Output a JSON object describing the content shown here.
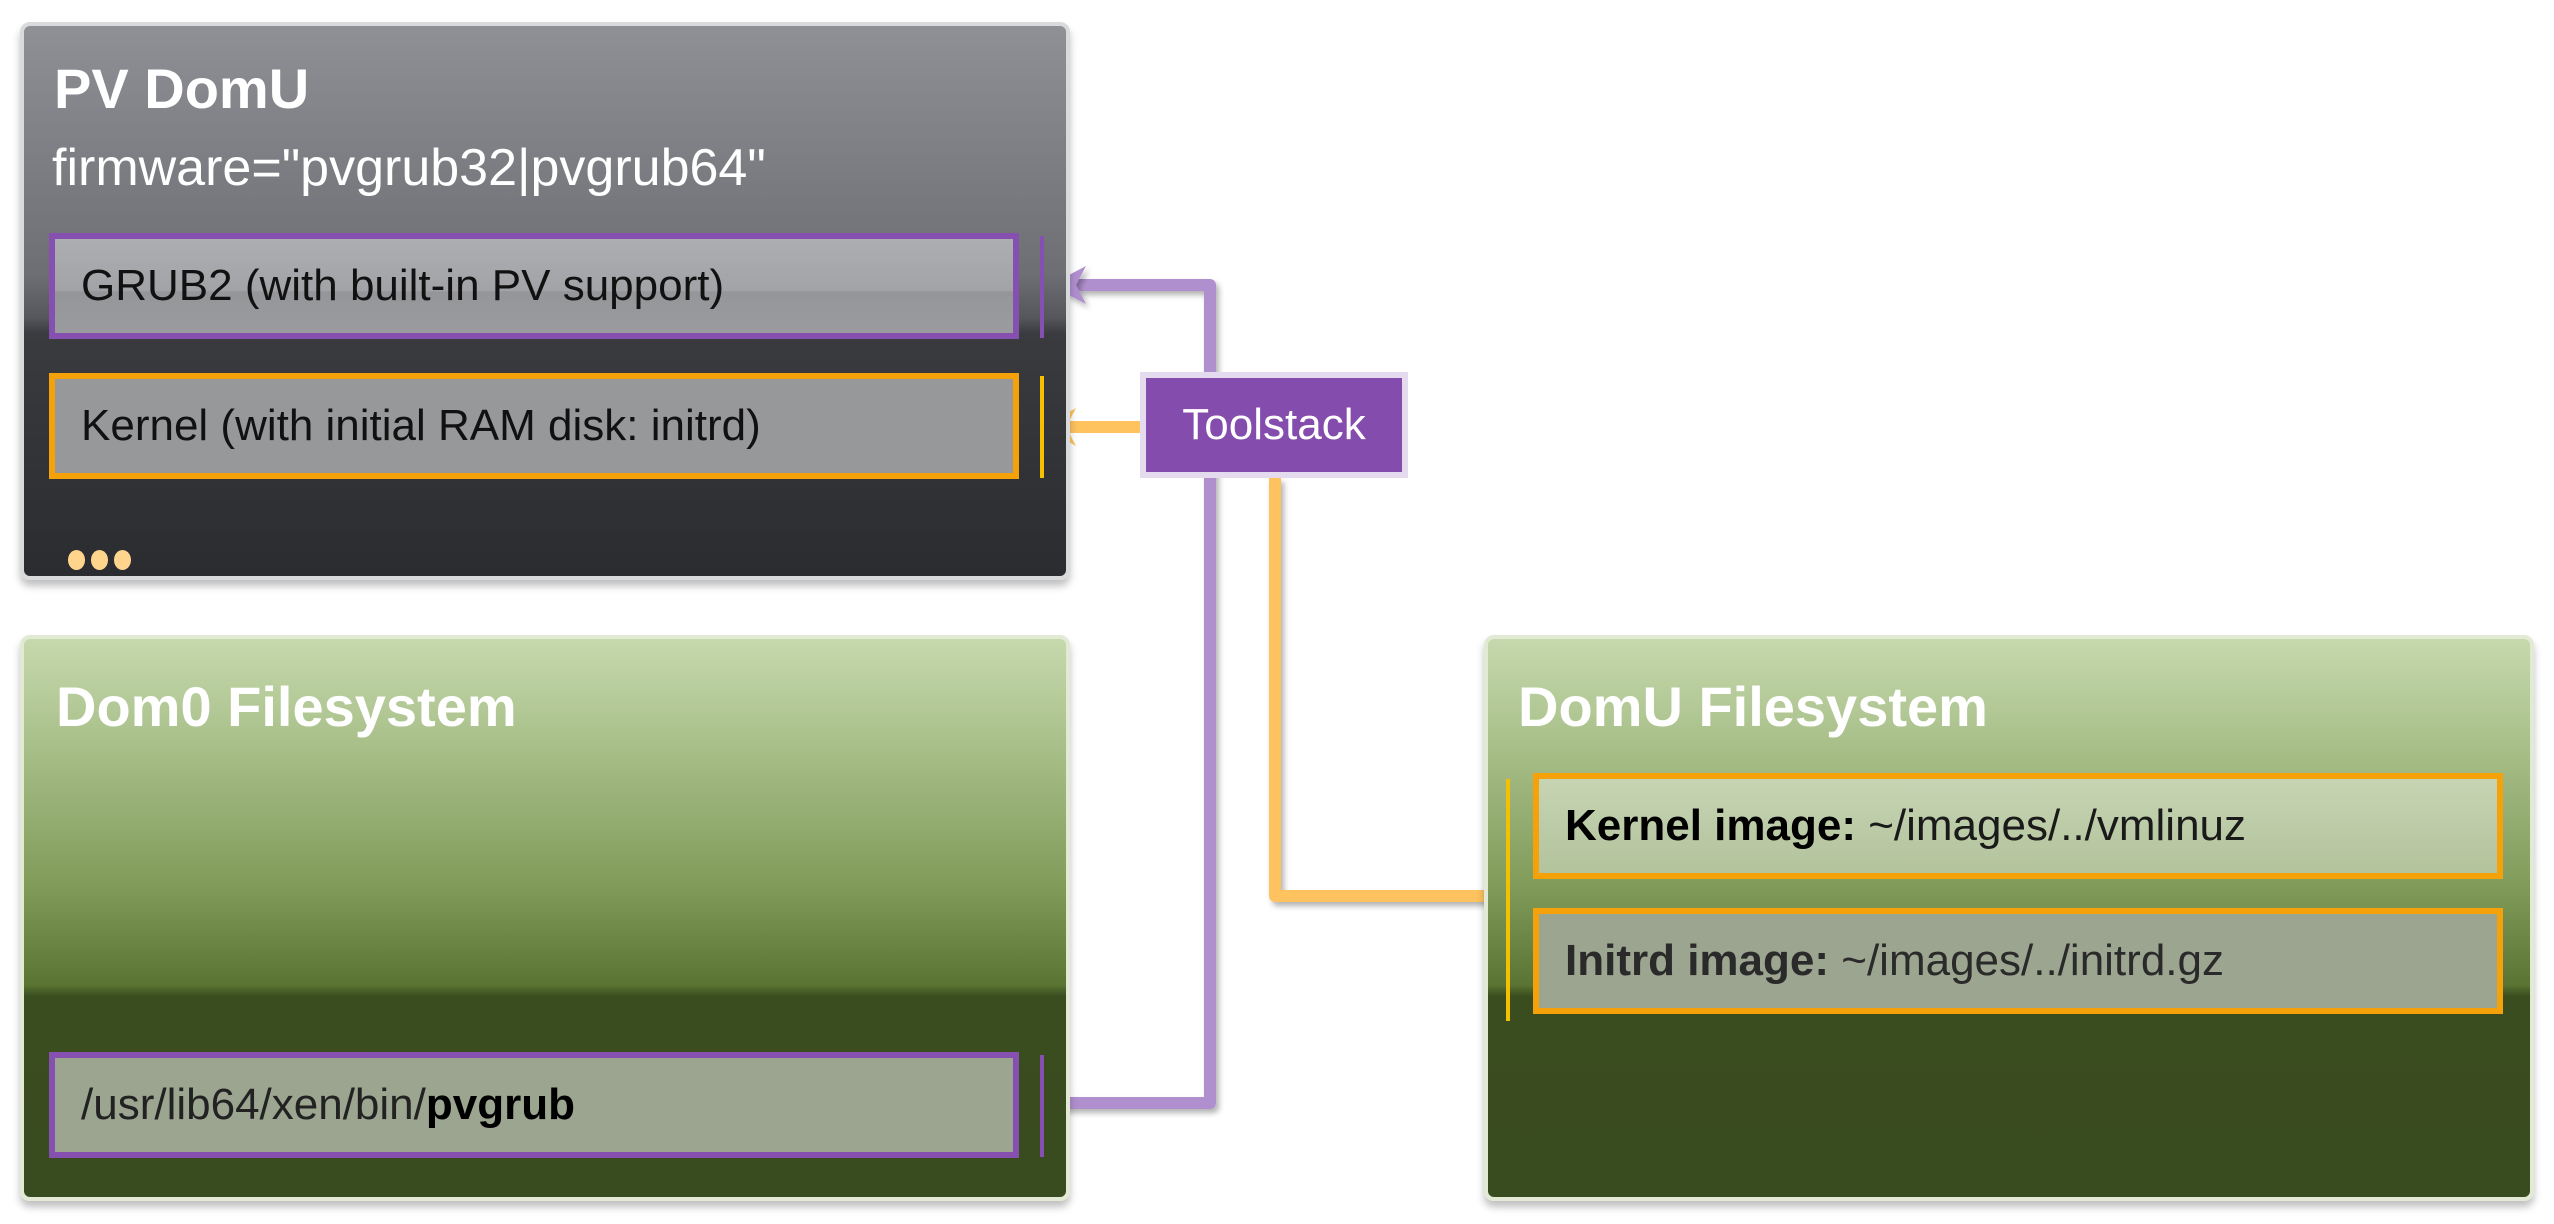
{
  "pv_domu": {
    "title": "PV DomU",
    "subtitle": "firmware=\"pvgrub32|pvgrub64\"",
    "items": [
      {
        "label": "GRUB2 (with built-in PV support)",
        "color": "#8550b0"
      },
      {
        "label": "Kernel (with initial RAM disk: initrd)",
        "color": "#f5a20a"
      }
    ],
    "more": "..."
  },
  "toolstack": {
    "label": "Toolstack",
    "color": "#844cad"
  },
  "dom0_fs": {
    "title": "Dom0 Filesystem",
    "item": {
      "prefix": "/usr/lib64/xen/bin/",
      "bold": "pvgrub"
    }
  },
  "domu_fs": {
    "title": "DomU Filesystem",
    "items": [
      {
        "bold": "Kernel image:",
        "text": " ~/images/../vmlinuz"
      },
      {
        "bold": "Initrd image:",
        "text": " ~/images/../initrd.gz"
      }
    ]
  },
  "colors": {
    "purple_line": "#b08fcf",
    "orange_line": "#fec35f",
    "purple": "#8550b0",
    "orange": "#f5a20a"
  }
}
